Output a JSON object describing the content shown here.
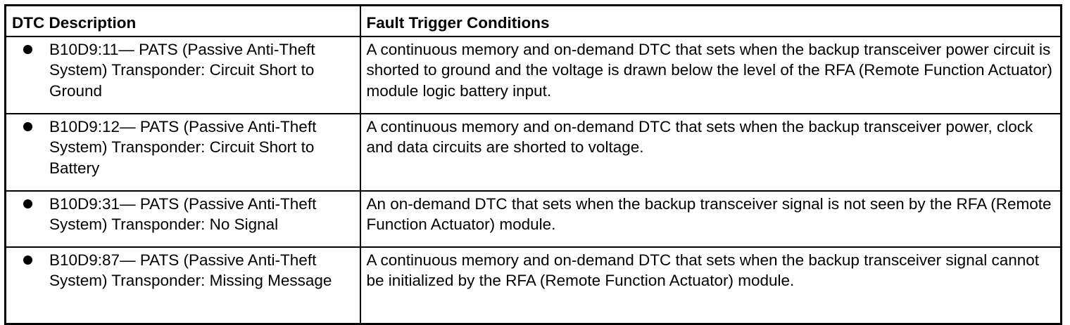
{
  "table": {
    "headers": {
      "description": "DTC Description",
      "conditions": "Fault Trigger Conditions"
    },
    "rows": [
      {
        "description": "B10D9:11— PATS (Passive Anti-Theft System) Transponder: Circuit Short to Ground",
        "conditions": "A continuous memory and on-demand DTC that sets when the backup transceiver power circuit is shorted to ground and the voltage is drawn below the level of the RFA (Remote Function Actuator) module logic battery input."
      },
      {
        "description": "B10D9:12— PATS (Passive Anti-Theft System) Transponder: Circuit Short to Battery",
        "conditions": "A continuous memory and on-demand DTC that sets when the backup transceiver power, clock and data circuits are shorted to voltage."
      },
      {
        "description": "B10D9:31— PATS (Passive Anti-Theft System) Transponder: No Signal",
        "conditions": "An on-demand DTC that sets when the backup transceiver signal is not seen by the RFA (Remote Function Actuator) module."
      },
      {
        "description": "B10D9:87— PATS (Passive Anti-Theft System) Transponder: Missing Message",
        "conditions": "A continuous memory and on-demand DTC that sets when the backup transceiver signal cannot be initialized by the RFA (Remote Function Actuator) module."
      }
    ]
  }
}
